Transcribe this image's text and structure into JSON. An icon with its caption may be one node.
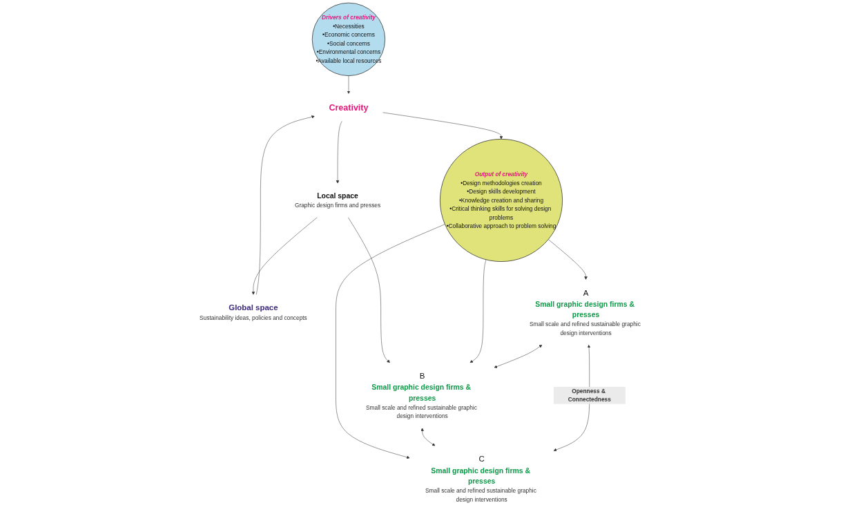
{
  "diagram": {
    "nodes": [
      {
        "text": [
          "Global space",
          "Sustainability ideas, policies and concepts"
        ]
      },
      {
        "text": [
          "Drivers of creativity",
          "•Necessities",
          "•Economic concerns",
          "•Social concerns",
          "•Environmental concerns",
          "•Available local resources"
        ]
      },
      {
        "text": [
          "Creativity"
        ]
      },
      {
        "text": [
          "Output of creativity",
          "•Design methodologies creation",
          "•Design skills development",
          "•Knowledge creation and sharing",
          "•Critical thinking skills for solving design problems",
          "•Collaborative approach to problem solving"
        ]
      },
      {
        "text": [
          "Local space",
          "Graphic design firms and presses"
        ]
      },
      {
        "text": [
          "A",
          "Small graphic design firms & presses",
          "Small scale and refined sustainable graphic design interventions"
        ]
      },
      {
        "text": [
          "B",
          "Small graphic design firms & presses",
          "Small scale and refined sustainable graphic design interventions"
        ]
      },
      {
        "text": [
          "C",
          "Small graphic design firms & presses",
          "Small scale and refined sustainable graphic design interventions"
        ]
      }
    ],
    "edges": [
      {
        "from": 4,
        "to": 0,
        "arrow": "to"
      },
      {
        "from": 0,
        "to": 2,
        "arrow": "to"
      },
      {
        "from": 1,
        "to": 2,
        "arrow": "to"
      },
      {
        "from": 2,
        "to": 3,
        "arrow": "to"
      },
      {
        "from": 2,
        "to": 4,
        "arrow": "to"
      },
      {
        "from": 4,
        "to": 6,
        "arrow": "to"
      },
      {
        "from": 3,
        "to": 5,
        "arrow": "to"
      },
      {
        "from": 3,
        "to": 6,
        "arrow": "to"
      },
      {
        "from": 3,
        "to": 7,
        "arrow": "to"
      },
      {
        "from": 5,
        "to": 6,
        "arrow": "both"
      },
      {
        "from": 6,
        "to": 7,
        "arrow": "both"
      },
      {
        "from": 5,
        "to": 7,
        "arrow": "both",
        "label": "Openness & Connectedness"
      }
    ]
  }
}
